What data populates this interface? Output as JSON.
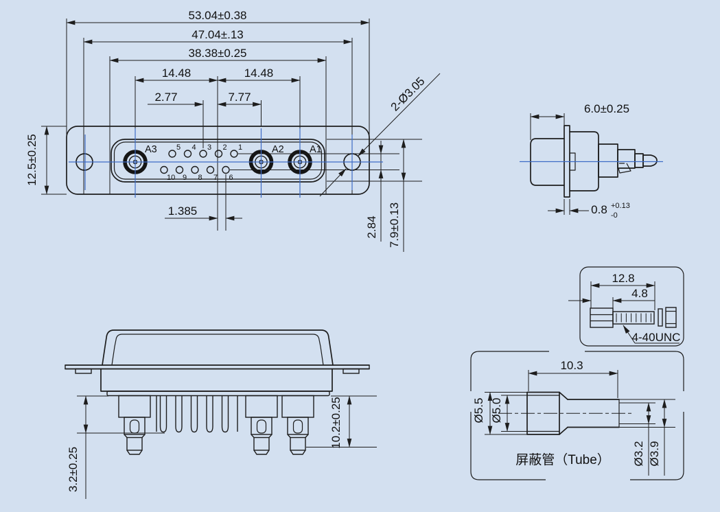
{
  "drawing_colors": {
    "background": "#d3e0f0",
    "line": "#1d1d1d",
    "centerline_blue": "#3d6bc5"
  },
  "front_view": {
    "dim_overall_width": "53.04±0.38",
    "dim_mount_span": "47.04±.13",
    "dim_insert_width": "38.38±0.25",
    "dim_coax_left": "14.48",
    "dim_coax_right": "14.48",
    "dim_pin_offset": "2.77",
    "dim_coax_mid": "7.77",
    "dim_row_offset": "1.385",
    "dim_height": "12.5±0.25",
    "dim_row_gap": "2.84",
    "dim_insert_height": "7.9±0.13",
    "dim_mount_holes": "2-Ø3.05",
    "coax_labels": [
      "A3",
      "A2",
      "A1"
    ],
    "pin_top": [
      "5",
      "4",
      "3",
      "2",
      "1"
    ],
    "pin_bottom": [
      "10",
      "9",
      "8",
      "7",
      "6"
    ]
  },
  "side_view": {
    "dim_depth": "6.0±0.25",
    "dim_flange": "0.8",
    "dim_flange_tol_plus": "+0.13",
    "dim_flange_tol_minus": "-0"
  },
  "screw_detail": {
    "dim_length": "12.8",
    "dim_head": "4.8",
    "thread_label": "4-40UNC"
  },
  "rear_view": {
    "dim_pin_tail": "3.2±0.25",
    "dim_coax_tail": "10.2±0.25"
  },
  "tube_detail": {
    "dim_length": "10.3",
    "dim_outer_dia": "Ø5.5",
    "dim_inner_dia": "Ø5.0",
    "dim_small_inner_dia": "Ø3.2",
    "dim_small_outer_dia": "Ø3.9",
    "label": "屏蔽管（Tube）"
  }
}
